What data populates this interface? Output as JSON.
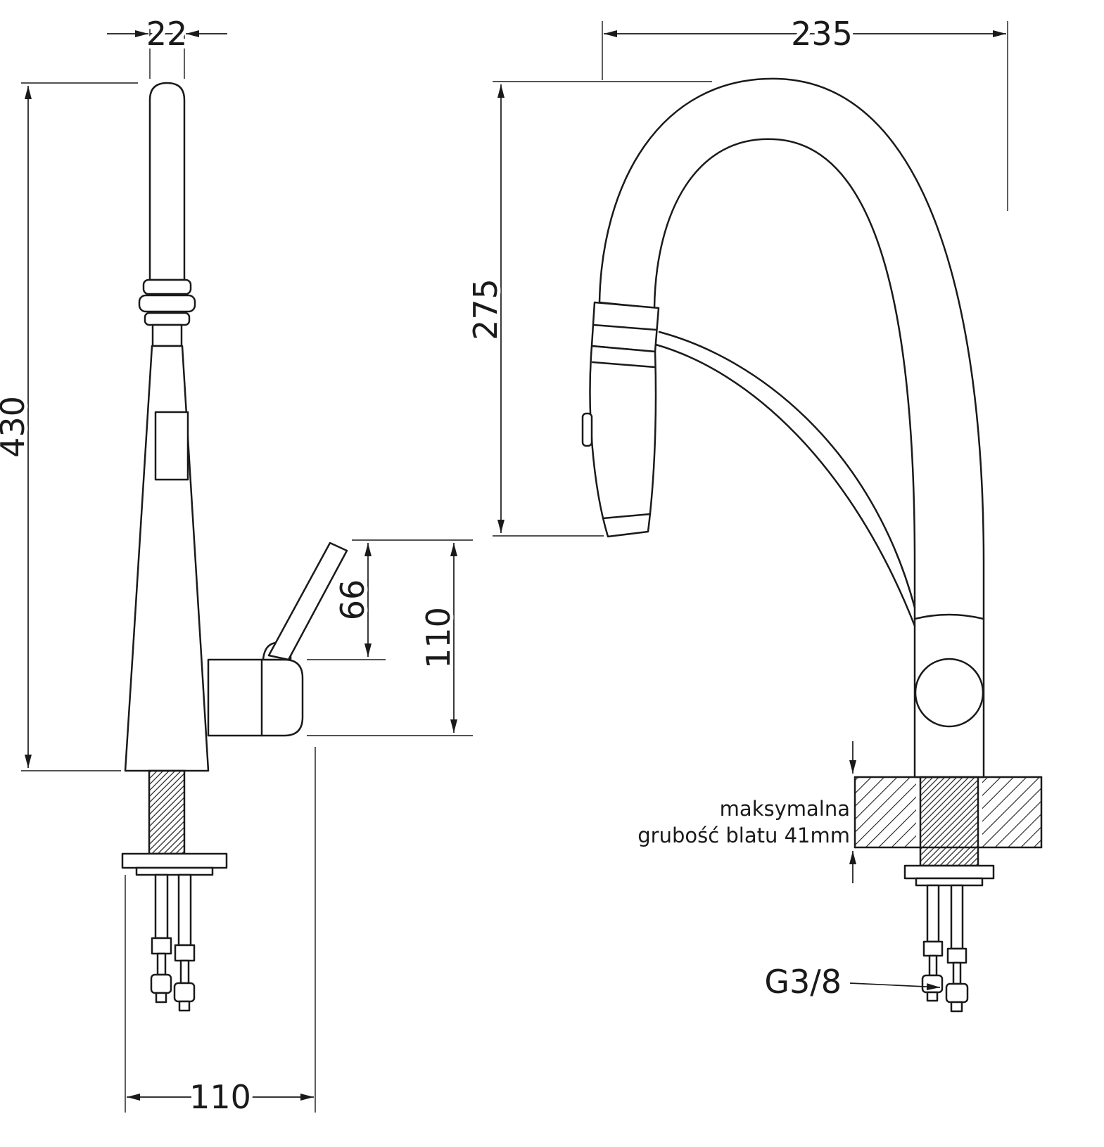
{
  "drawing": {
    "type": "faucet-technical-drawing",
    "colors": {
      "line": "#1a1a1a",
      "background": "#ffffff"
    },
    "left_view": {
      "dim_spout_pipe_width": "22",
      "dim_total_height": "430",
      "dim_lever_height": "66",
      "dim_handle_height": "110",
      "dim_base_width": "110"
    },
    "right_view": {
      "dim_spout_reach": "235",
      "dim_spout_height": "275",
      "note_line1": "maksymalna",
      "note_line2": "grubość blatu 41mm",
      "thread_label": "G3/8"
    }
  }
}
